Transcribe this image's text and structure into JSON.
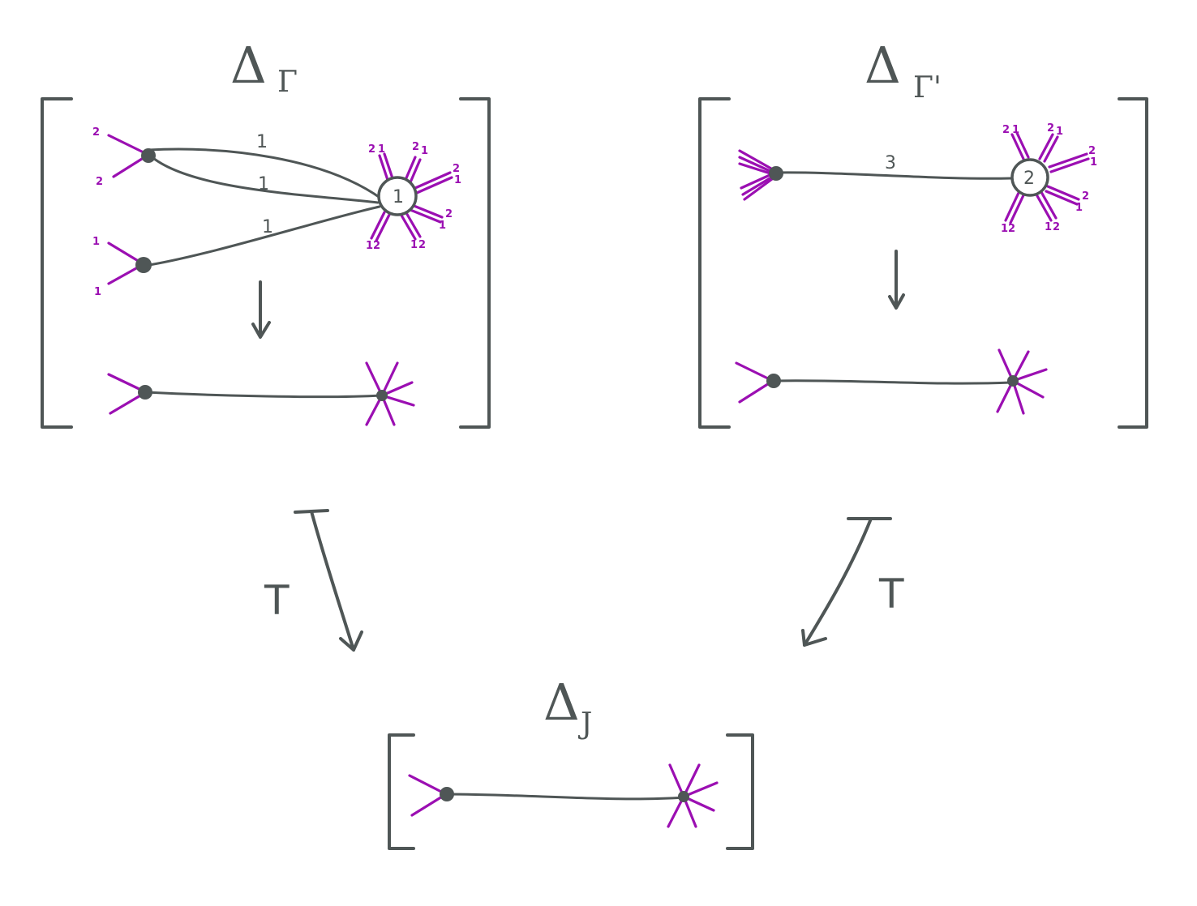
{
  "panels": {
    "left": {
      "title_main": "Δ",
      "title_sub": "Γ",
      "top_graph": {
        "left_vertex_top_legs": [
          "2",
          "2"
        ],
        "left_vertex_bottom_legs": [
          "1",
          "1"
        ],
        "edge_labels": [
          "1",
          "1",
          "1"
        ],
        "center_vertex_label": "1",
        "star_leg_labels": [
          "2",
          "1",
          "2",
          "1",
          "2",
          "1",
          "2",
          "1",
          "1",
          "2",
          "1",
          "2"
        ]
      }
    },
    "right": {
      "title_main": "Δ",
      "title_sub": "Γ'",
      "top_graph": {
        "edge_label": "3",
        "center_vertex_label": "2",
        "star_leg_labels": [
          "2",
          "1",
          "2",
          "1",
          "2",
          "1",
          "2",
          "1",
          "1",
          "2",
          "1",
          "2"
        ]
      }
    },
    "bottom": {
      "title_main": "Δ",
      "title_sub": "J"
    }
  },
  "maps": {
    "left_arrow_label": "T",
    "right_arrow_label": "T"
  },
  "colors": {
    "ink": "#4f5656",
    "legs": "#9b0fb2"
  }
}
